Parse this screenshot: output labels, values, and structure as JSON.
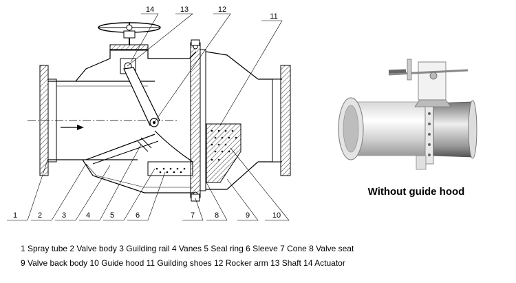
{
  "diagram": {
    "part_numbers_top": [
      "14",
      "13",
      "12",
      "11"
    ],
    "part_numbers_bottom": [
      "1",
      "2",
      "3",
      "4",
      "5",
      "6",
      "7",
      "8",
      "9",
      "10"
    ]
  },
  "photo": {
    "caption": "Without guide hood"
  },
  "legend": {
    "line1": "1 Spray tube 2 Valve body 3 Guilding rail 4 Vanes 5 Seal ring 6 Sleeve 7 Cone 8 Valve seat",
    "line2": "9 Valve back body 10 Guide hood 11 Guilding shoes 12 Rocker arm 13 Shaft 14 Actuator"
  }
}
